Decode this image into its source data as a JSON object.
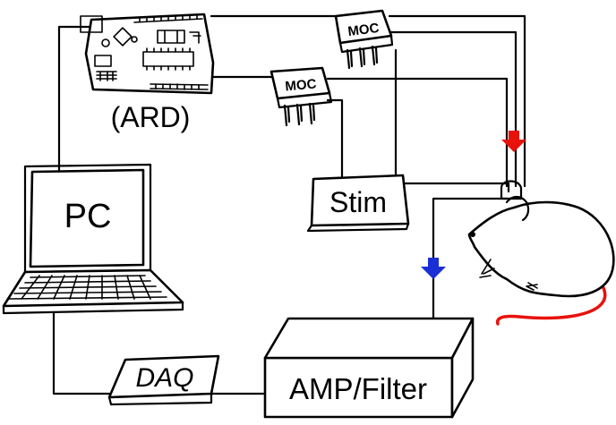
{
  "labels": {
    "arduino": "(ARD)",
    "pc": "PC",
    "stim": "Stim",
    "daq": "DAQ",
    "amp": "AMP/Filter",
    "moc_top": "MOC",
    "moc_mid": "MOC"
  },
  "colors": {
    "line": "#000000",
    "stim_arrow": "#e8120c",
    "record_arrow": "#1a2fd6",
    "mouse_tail": "#e8120c",
    "background": "#ffffff"
  },
  "icons": {
    "arduino": "arduino-board-icon",
    "pc": "laptop-icon",
    "mouse": "mouse-icon",
    "moc": "optocoupler-chip-icon"
  }
}
